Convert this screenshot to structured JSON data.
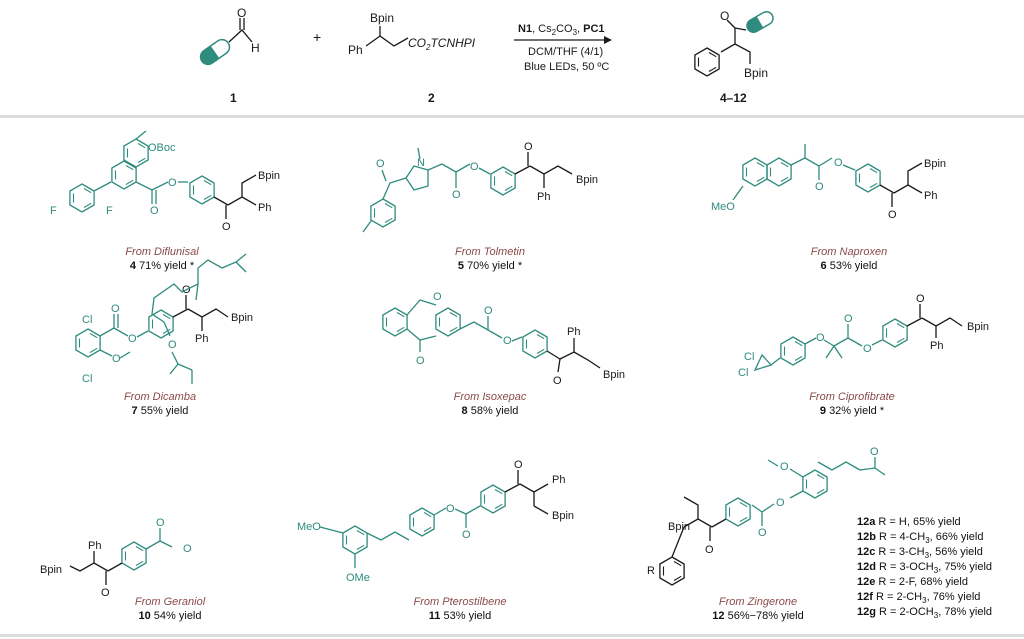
{
  "scheme": {
    "reagent1_label": "1",
    "reagent2_label": "2",
    "product_label": "4–12",
    "plus": "+",
    "aldehyde_H": "H",
    "aldehyde_O": "O",
    "reagent2_bpin": "Bpin",
    "reagent2_ph": "Ph",
    "reagent2_ester": "CO2TCNHPI",
    "product_bpin": "Bpin",
    "product_O": "O",
    "conditions": {
      "line1": {
        "catalyst": "N1",
        "base": "Cs2CO3",
        "photocat": "PC1"
      },
      "line2": "DCM/THF (4/1)",
      "line3": "Blue LEDs, 50 ºC"
    }
  },
  "structures": {
    "bpin": "Bpin",
    "ph": "Ph",
    "O": "O",
    "OBoc": "OBoc",
    "F": "F",
    "N": "N",
    "MeO": "MeO",
    "OMe": "OMe",
    "Cl": "Cl",
    "R": "R"
  },
  "products": [
    {
      "id": "4",
      "source": "From Diflunisal",
      "yield": "71% yield",
      "mark": "*"
    },
    {
      "id": "5",
      "source": "From Tolmetin",
      "yield": "70% yield",
      "mark": "*"
    },
    {
      "id": "6",
      "source": "From Naproxen",
      "yield": "53% yield",
      "mark": ""
    },
    {
      "id": "7",
      "source": "From Dicamba",
      "yield": "55% yield",
      "mark": ""
    },
    {
      "id": "8",
      "source": "From Isoxepac",
      "yield": "58% yield",
      "mark": ""
    },
    {
      "id": "9",
      "source": "From Ciprofibrate",
      "yield": "32% yield",
      "mark": "*"
    },
    {
      "id": "10",
      "source": "From Geraniol",
      "yield": "54% yield",
      "mark": ""
    },
    {
      "id": "11",
      "source": "From Pterostilbene",
      "yield": "53% yield",
      "mark": ""
    },
    {
      "id": "12",
      "source": "From Zingerone",
      "yield": "56%−78% yield",
      "mark": ""
    }
  ],
  "zingerone_table": [
    {
      "id": "12a",
      "text": "R = H, 65% yield"
    },
    {
      "id": "12b",
      "text": "R = 4-CH3, 66% yield"
    },
    {
      "id": "12c",
      "text": "R = 3-CH3, 56% yield"
    },
    {
      "id": "12d",
      "text": "R = 3-OCH3, 75% yield"
    },
    {
      "id": "12e",
      "text": "R = 2-F, 68% yield"
    },
    {
      "id": "12f",
      "text": "R = 2-CH3, 76% yield"
    },
    {
      "id": "12g",
      "text": "R = 2-OCH3, 78% yield"
    }
  ],
  "colors": {
    "teal": "#2e8b7e",
    "black": "#1a1a1a",
    "source_text": "#8a4a4a",
    "separator": "#dcdcdc"
  }
}
